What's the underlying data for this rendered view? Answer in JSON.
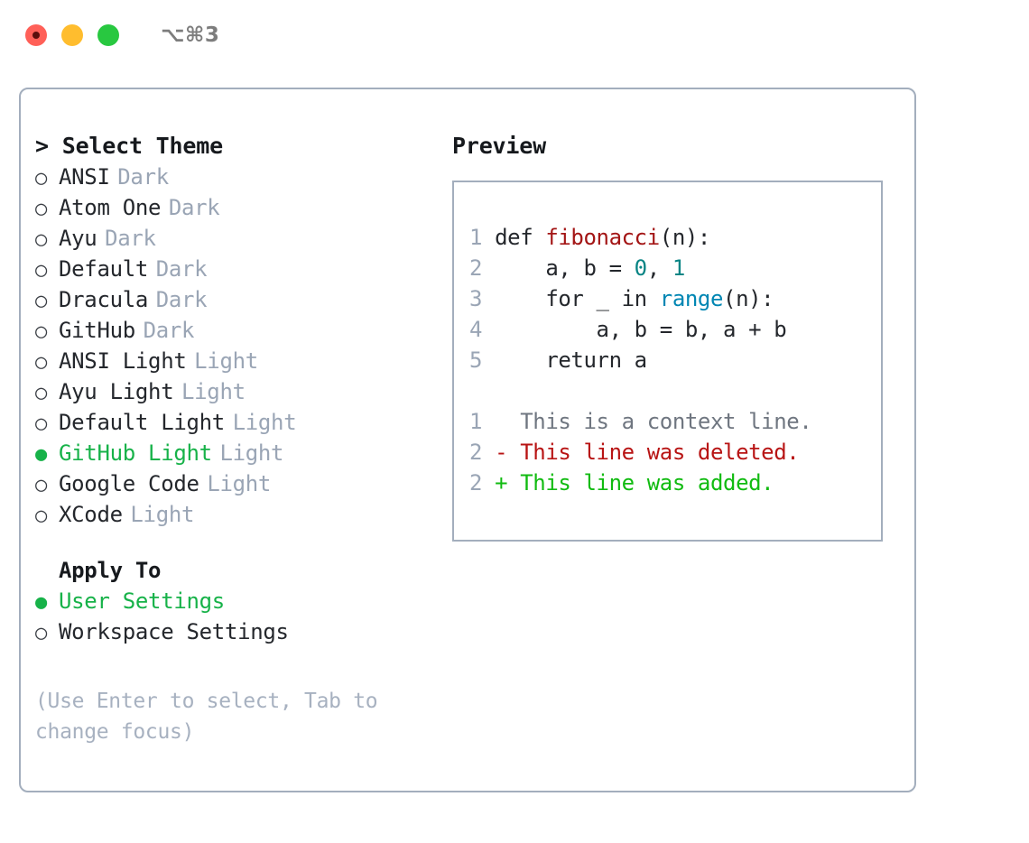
{
  "titlebar": {
    "shortcut": "⌥⌘3",
    "lights": [
      {
        "name": "close",
        "color": "#ff6058"
      },
      {
        "name": "minimize",
        "color": "#ffbd2e"
      },
      {
        "name": "zoom",
        "color": "#28c840"
      }
    ]
  },
  "theme_picker": {
    "prompt_marker": ">",
    "title": "Select Theme",
    "bullet_unselected": "○",
    "bullet_selected": "●",
    "items": [
      {
        "label": "ANSI",
        "tag": "Dark",
        "selected": false
      },
      {
        "label": "Atom One",
        "tag": "Dark",
        "selected": false
      },
      {
        "label": "Ayu",
        "tag": "Dark",
        "selected": false
      },
      {
        "label": "Default",
        "tag": "Dark",
        "selected": false
      },
      {
        "label": "Dracula",
        "tag": "Dark",
        "selected": false
      },
      {
        "label": "GitHub",
        "tag": "Dark",
        "selected": false
      },
      {
        "label": "ANSI Light",
        "tag": "Light",
        "selected": false
      },
      {
        "label": "Ayu Light",
        "tag": "Light",
        "selected": false
      },
      {
        "label": "Default Light",
        "tag": "Light",
        "selected": false
      },
      {
        "label": "GitHub Light",
        "tag": "Light",
        "selected": true
      },
      {
        "label": "Google Code",
        "tag": "Light",
        "selected": false
      },
      {
        "label": "XCode",
        "tag": "Light",
        "selected": false
      }
    ]
  },
  "apply_to": {
    "title": "Apply To",
    "options": [
      {
        "label": "User Settings",
        "selected": true
      },
      {
        "label": "Workspace Settings",
        "selected": false
      }
    ]
  },
  "hint": "(Use Enter to select, Tab to change focus)",
  "preview": {
    "title": "Preview",
    "code_lines": [
      {
        "number": "1",
        "tokens": [
          {
            "text": "def ",
            "type": "plain"
          },
          {
            "text": "fibonacci",
            "type": "func"
          },
          {
            "text": "(n):",
            "type": "plain"
          }
        ]
      },
      {
        "number": "2",
        "tokens": [
          {
            "text": "    a, b = ",
            "type": "plain"
          },
          {
            "text": "0",
            "type": "num"
          },
          {
            "text": ", ",
            "type": "plain"
          },
          {
            "text": "1",
            "type": "num"
          }
        ]
      },
      {
        "number": "3",
        "tokens": [
          {
            "text": "    for _ in ",
            "type": "plain"
          },
          {
            "text": "range",
            "type": "builtin"
          },
          {
            "text": "(n):",
            "type": "plain"
          }
        ]
      },
      {
        "number": "4",
        "tokens": [
          {
            "text": "        a, b = b, a + b",
            "type": "plain"
          }
        ]
      },
      {
        "number": "5",
        "tokens": [
          {
            "text": "    return a",
            "type": "plain"
          }
        ]
      }
    ],
    "diff_lines": [
      {
        "number": "1",
        "marker": "  ",
        "text": "This is a context line.",
        "kind": "context"
      },
      {
        "number": "2",
        "marker": "- ",
        "text": "This line was deleted.",
        "kind": "deleted"
      },
      {
        "number": "2",
        "marker": "+ ",
        "text": "This line was added.",
        "kind": "added"
      }
    ]
  },
  "colors": {
    "border": "#a3aebd",
    "selected_green": "#17b249",
    "tag_gray": "#9aa5b5",
    "hint_gray": "#a7b1c0",
    "syntax_func": "#a31515",
    "syntax_num": "#088484",
    "syntax_builtin": "#0086b3",
    "diff_deleted": "#b81414",
    "diff_added": "#11bb11",
    "diff_context": "#6f7680"
  }
}
